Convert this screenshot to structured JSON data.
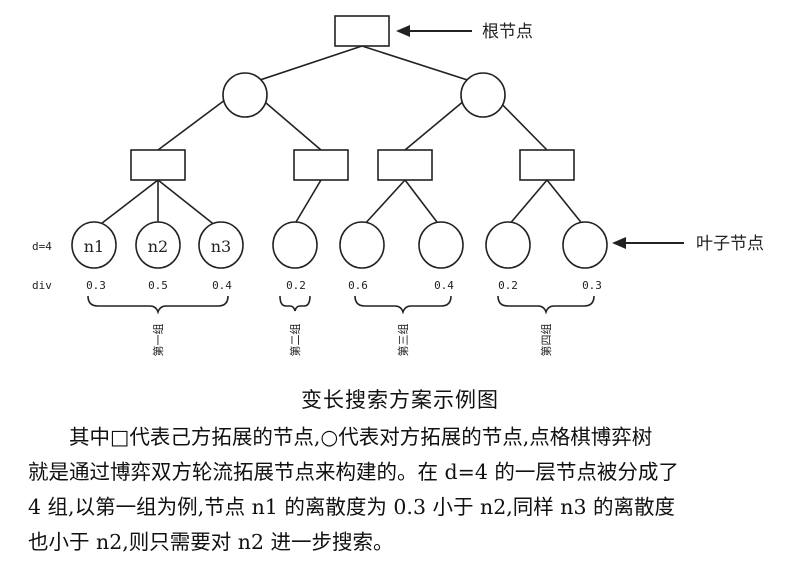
{
  "diagram": {
    "labels": {
      "root": "根节点",
      "leaf": "叶子节点",
      "depth": "d=4",
      "div": "div"
    },
    "leaves": [
      {
        "name": "n1",
        "div": "0.3"
      },
      {
        "name": "n2",
        "div": "0.5"
      },
      {
        "name": "n3",
        "div": "0.4"
      },
      {
        "name": "",
        "div": "0.2"
      },
      {
        "name": "",
        "div": "0.6"
      },
      {
        "name": "",
        "div": "0.4"
      },
      {
        "name": "",
        "div": "0.2"
      },
      {
        "name": "",
        "div": "0.3"
      }
    ],
    "groups": [
      "第一组",
      "第二组",
      "第三组",
      "第四组"
    ]
  },
  "caption": "变长搜索方案示例图",
  "paragraph": {
    "line1": "其中□代表己方拓展的节点,○代表对方拓展的节点,点格棋博弈树",
    "line2": "就是通过博弈双方轮流拓展节点来构建的。在 d=4 的一层节点被分成了",
    "line3": "4 组,以第一组为例,节点 n1 的离散度为 0.3 小于 n2,同样 n3 的离散度",
    "line4": "也小于 n2,则只需要对 n2 进一步搜索。"
  }
}
